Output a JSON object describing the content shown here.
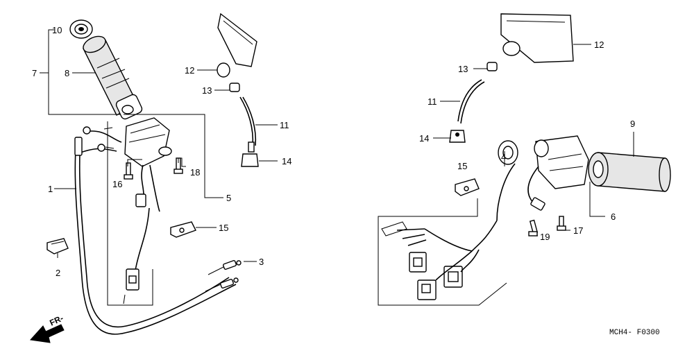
{
  "callouts": {
    "c1": "1",
    "c2": "2",
    "c3": "3",
    "c4": "4",
    "c5": "5",
    "c6": "6",
    "c7": "7",
    "c8": "8",
    "c9": "9",
    "c10": "10",
    "c11a": "11",
    "c11b": "11",
    "c12a": "12",
    "c12b": "12",
    "c13a": "13",
    "c13b": "13",
    "c14a": "14",
    "c14b": "14",
    "c15a": "15",
    "c15b": "15",
    "c16": "16",
    "c17": "17",
    "c18": "18",
    "c19": "19"
  },
  "direction_label": "FR-",
  "diagram_code": "MCH4- F0300"
}
